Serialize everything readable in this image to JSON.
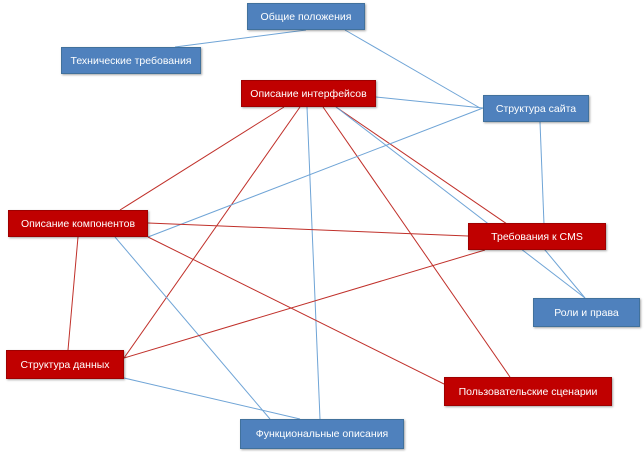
{
  "colors": {
    "blue": "#4f81bd",
    "red": "#c00000",
    "blue_link": "#6fa4d6",
    "red_link": "#c0302a"
  },
  "nodes": {
    "general": "Общие положения",
    "tech_req": "Технические требования",
    "interfaces": "Описание интерфейсов",
    "site_structure": "Структура сайта",
    "components": "Описание компонентов",
    "cms_req": "Требования к CMS",
    "roles": "Роли и права",
    "data_structure": "Структура данных",
    "user_scenarios": "Пользовательские сценарии",
    "functional": "Функциональные описания"
  },
  "links": [
    {
      "from": "general",
      "to": "tech_req",
      "color": "blue"
    },
    {
      "from": "general",
      "to": "site_structure",
      "color": "blue"
    },
    {
      "from": "interfaces",
      "to": "site_structure",
      "color": "blue"
    },
    {
      "from": "interfaces",
      "to": "components",
      "color": "red"
    },
    {
      "from": "interfaces",
      "to": "data_structure",
      "color": "red"
    },
    {
      "from": "interfaces",
      "to": "functional",
      "color": "blue"
    },
    {
      "from": "interfaces",
      "to": "user_scenarios",
      "color": "red"
    },
    {
      "from": "interfaces",
      "to": "cms_req",
      "color": "red"
    },
    {
      "from": "interfaces",
      "to": "roles",
      "color": "blue"
    },
    {
      "from": "site_structure",
      "to": "components",
      "color": "blue"
    },
    {
      "from": "site_structure",
      "to": "cms_req",
      "color": "blue"
    },
    {
      "from": "components",
      "to": "cms_req",
      "color": "red"
    },
    {
      "from": "components",
      "to": "data_structure",
      "color": "red"
    },
    {
      "from": "components",
      "to": "user_scenarios",
      "color": "red"
    },
    {
      "from": "components",
      "to": "functional",
      "color": "blue"
    },
    {
      "from": "cms_req",
      "to": "data_structure",
      "color": "red"
    },
    {
      "from": "cms_req",
      "to": "roles",
      "color": "blue"
    },
    {
      "from": "data_structure",
      "to": "functional",
      "color": "blue"
    }
  ]
}
